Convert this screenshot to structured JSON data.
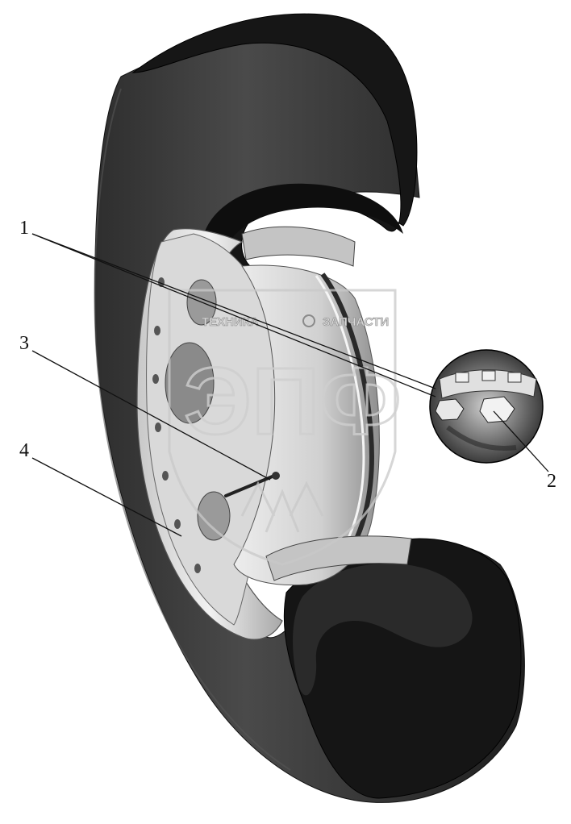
{
  "callouts": [
    {
      "label": "1"
    },
    {
      "label": "2"
    },
    {
      "label": "3"
    },
    {
      "label": "4"
    }
  ],
  "watermark": {
    "text_left": "ТЕХНИКА",
    "text_right": "ЗАПЧАСТИ",
    "logo_text": "ЭПФ"
  },
  "colors": {
    "tire_dark": "#1c1c1c",
    "tire_mid": "#3a3a3a",
    "rim_light": "#e6e6e6",
    "rim_shadow": "#9c9c9c",
    "background": "#ffffff"
  }
}
